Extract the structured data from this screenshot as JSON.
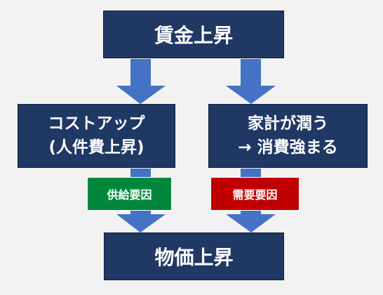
{
  "nodes": {
    "top": {
      "label": "賃金上昇"
    },
    "left": {
      "line1": "コストアップ",
      "line2": "(人件費上昇)"
    },
    "right": {
      "line1": "家計が潤う",
      "line2": "→ 消費強まる"
    },
    "bottom": {
      "label": "物価上昇"
    }
  },
  "tags": {
    "left": {
      "label": "供給要因",
      "color": "#00873c"
    },
    "right": {
      "label": "需要要因",
      "color": "#c00000"
    }
  },
  "colors": {
    "background": "#f2f2f2",
    "box": "#1f3864",
    "arrow": "#4472c4"
  }
}
